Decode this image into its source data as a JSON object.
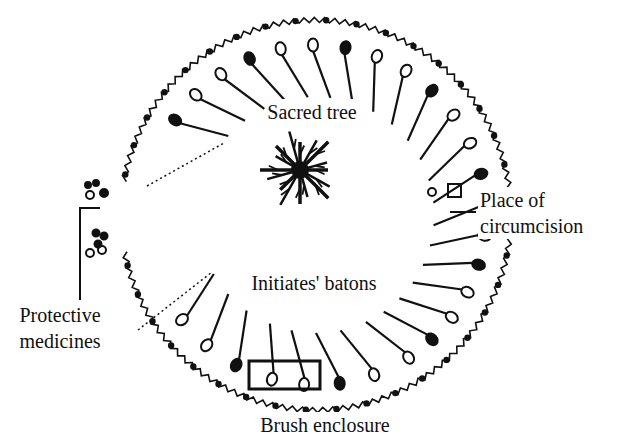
{
  "diagram": {
    "labels": [
      "Sacred tree",
      "Initiates' batons",
      "Place of circumcision",
      "Protective medicines",
      "Brush enclosure"
    ]
  }
}
